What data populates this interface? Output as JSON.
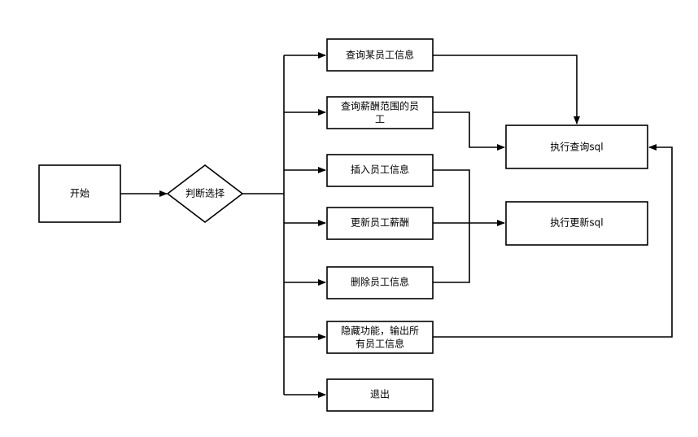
{
  "diagram": {
    "nodes": {
      "start": {
        "label": "开始"
      },
      "decision": {
        "label": "判断选择"
      },
      "query_one": {
        "label": "查询某员工信息"
      },
      "query_range": {
        "lines": [
          "查询薪酬范围的员",
          "工"
        ]
      },
      "insert": {
        "label": "插入员工信息"
      },
      "update_salary": {
        "label": "更新员工薪酬"
      },
      "delete": {
        "label": "删除员工信息"
      },
      "hidden": {
        "lines": [
          "隐藏功能，输出所",
          "有员工信息"
        ]
      },
      "exit": {
        "label": "退出"
      },
      "exec_query": {
        "label": "执行查询sql"
      },
      "exec_update": {
        "label": "执行更新sql"
      }
    }
  },
  "colors": {
    "stroke": "#000000",
    "fill": "#ffffff",
    "text": "#000000"
  }
}
